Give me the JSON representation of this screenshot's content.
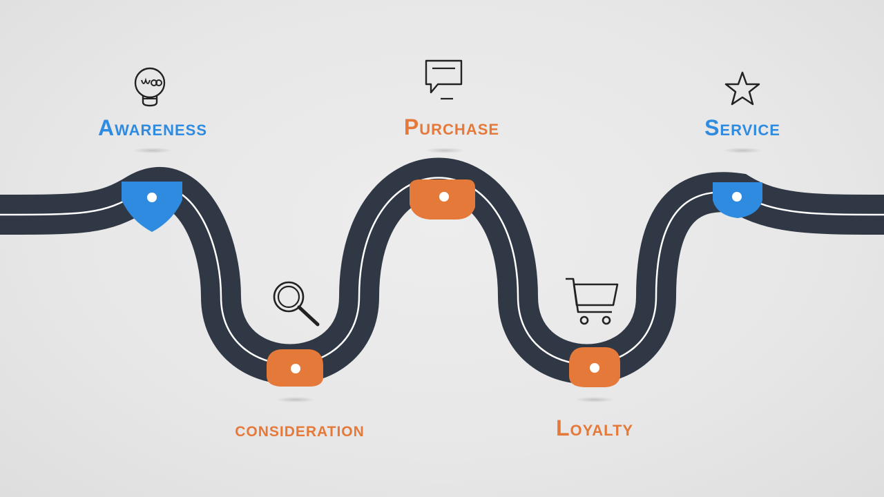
{
  "colors": {
    "road": "#2f3844",
    "lane": "#ffffff",
    "blue": "#2f8be0",
    "orange": "#e5793a"
  },
  "stages": [
    {
      "id": "awareness",
      "label": "Awareness",
      "color": "blue",
      "icon": "lightbulb-icon",
      "position": "top"
    },
    {
      "id": "consideration",
      "label": "consideration",
      "color": "orange",
      "icon": "magnifier-icon",
      "position": "bottom"
    },
    {
      "id": "purchase",
      "label": "Purchase",
      "color": "orange",
      "icon": "chat-bubble-icon",
      "position": "top"
    },
    {
      "id": "loyalty",
      "label": "Loyalty",
      "color": "orange",
      "icon": "shopping-cart-icon",
      "position": "bottom"
    },
    {
      "id": "service",
      "label": "Service",
      "color": "blue",
      "icon": "star-icon",
      "position": "top"
    }
  ]
}
